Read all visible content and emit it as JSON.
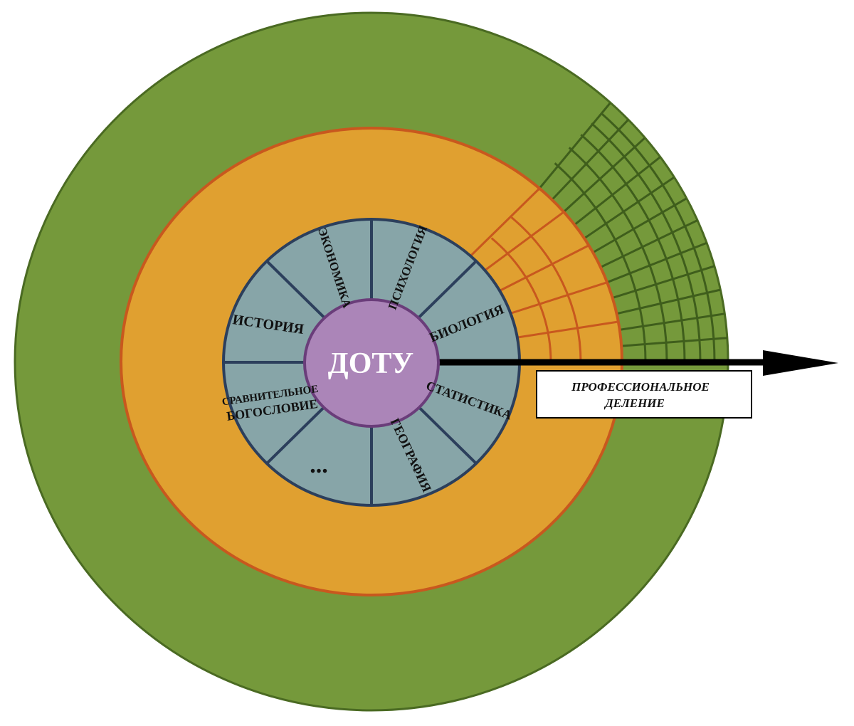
{
  "diagram": {
    "center_label": "ДОТУ",
    "segments": [
      {
        "id": "psychology",
        "label": "ПСИХОЛОГИЯ"
      },
      {
        "id": "biology",
        "label": "БИОЛОГИЯ"
      },
      {
        "id": "statistics",
        "label": "СТАТИСТИКА"
      },
      {
        "id": "geography",
        "label": "ГЕОГРАФИЯ"
      },
      {
        "id": "ellipsis",
        "label": "..."
      },
      {
        "id": "comparative-theology",
        "label_line1": "СРАВНИТЕЛЬНОЕ",
        "label_line2": "БОГОСЛОВИЕ"
      },
      {
        "id": "history",
        "label": "ИСТОРИЯ"
      },
      {
        "id": "economics",
        "label": "ЭКОНОМИКА"
      }
    ],
    "arrow_label_line1": "ПРОФЕССИОНАЛЬНОЕ",
    "arrow_label_line2": "ДЕЛЕНИЕ",
    "colors": {
      "outer_ring": "#75993b",
      "outer_ring_border": "#4a6a22",
      "middle_ring": "#e0a030",
      "middle_ring_border": "#c8581e",
      "inner_ring": "#87a5a8",
      "inner_ring_border": "#2c3f5c",
      "center": "#ab85b8",
      "center_border": "#6a3d7a",
      "arrow": "#000000"
    }
  }
}
